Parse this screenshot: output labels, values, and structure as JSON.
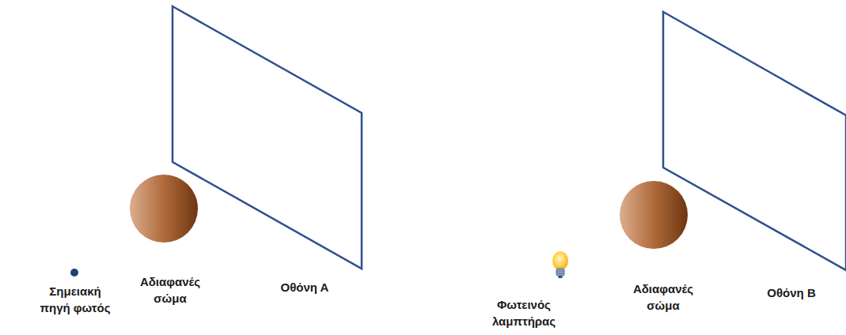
{
  "diagram": {
    "labels": [
      "Σημειακή πηγή φωτός",
      "Αδιαφανές σώμα",
      "Οθόνη Α",
      "Φωτεινός λαμπτήρας",
      "Αδιαφανές σώμα",
      "Οθόνη Β"
    ]
  }
}
